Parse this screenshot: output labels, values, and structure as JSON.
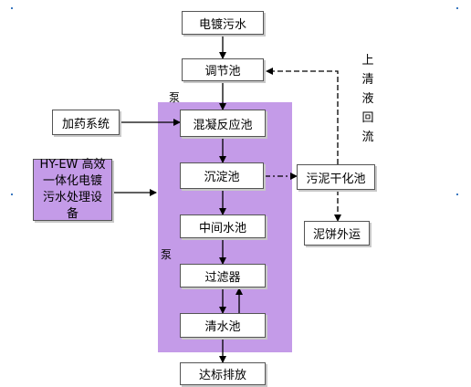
{
  "nodes": {
    "wastewater": "电镀污水",
    "regulating_tank": "调节池",
    "coagulation_tank": "混凝反应池",
    "sedimentation_tank": "沉淀池",
    "intermediate_tank": "中间水池",
    "filter": "过滤器",
    "clear_water_tank": "清水池",
    "discharge": "达标排放",
    "dosing_system": "加药系统",
    "equipment": "HY-EW 高效一体化电镀污水处理设备",
    "sludge_drying_tank": "污泥干化池",
    "sludge_cake": "泥饼外运"
  },
  "labels": {
    "pump_top": "泵",
    "pump_mid": "泵",
    "supernatant_return": "上清液回流"
  },
  "colors": {
    "zone": "#c49be8",
    "line": "#000000",
    "box_border": "#555555"
  }
}
